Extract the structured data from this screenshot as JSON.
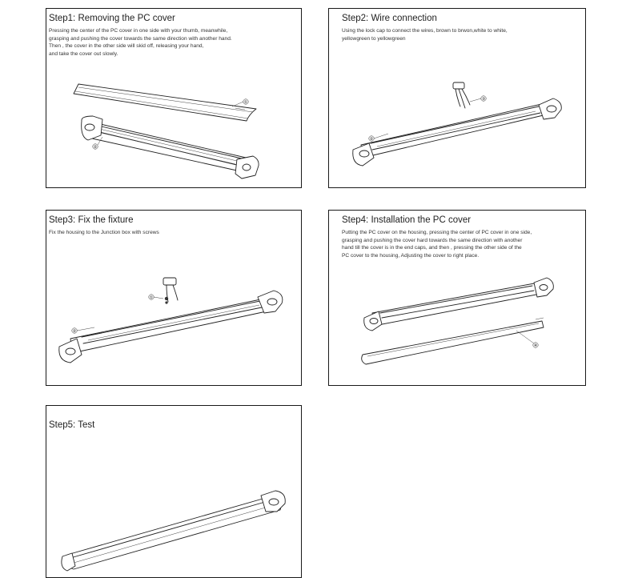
{
  "steps": [
    {
      "title": "Step1: Removing the PC cover",
      "text": " Pressing the center of the PC cover in one side with your thumb, meanwhile,\n grasping and pushing the cover towards the same direction with another hand.\nThen , the cover in the other side will skid off, releasing your hand,\nand take the cover out slowly.",
      "labels": [
        "①",
        "②"
      ]
    },
    {
      "title": "Step2: Wire connection",
      "text": "Using the lock cap to connect the wires, brown to brwon,white to white,\nyellowgreen to yellowgreen",
      "labels": [
        "③",
        "②"
      ]
    },
    {
      "title": "Step3: Fix the fixture",
      "text": "Fix the housing to the Junction box with screws",
      "labels": [
        "①",
        "②"
      ]
    },
    {
      "title": "Step4: Installation the PC cover",
      "text": " Putting the PC cover on the housing, pressing the center of PC cover in one side,\ngrasping and pushing the cover hard towards the same direction with another\nhand till the cover is in the end caps, and then , pressing the other side of the\nPC cover to the housing, Adjusting the cover to right place.",
      "labels": [
        "④"
      ]
    },
    {
      "title": "Step5: Test",
      "text": "",
      "labels": []
    }
  ]
}
